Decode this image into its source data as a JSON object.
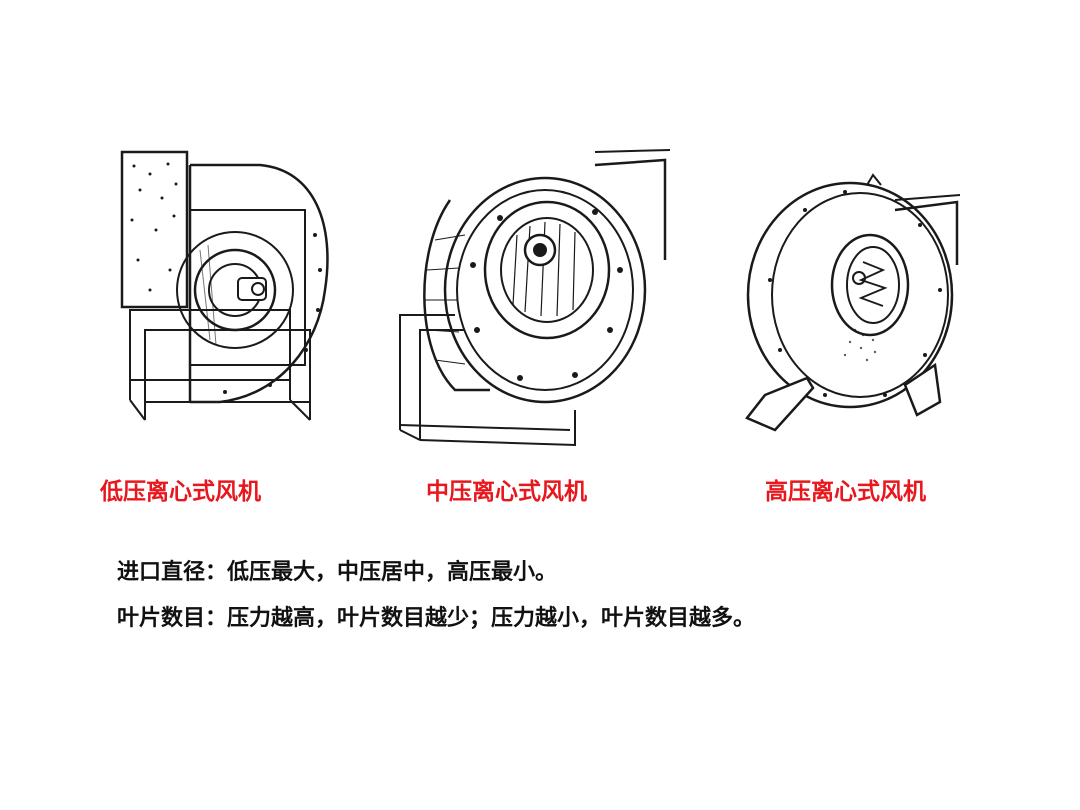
{
  "colors": {
    "caption": "#e8171d",
    "text": "#111111",
    "line": "#1a1a1a"
  },
  "fans": [
    {
      "caption": "低压离心式风机",
      "icon": "low-pressure-centrifugal-fan-icon"
    },
    {
      "caption": "中压离心式风机",
      "icon": "medium-pressure-centrifugal-fan-icon"
    },
    {
      "caption": "高压离心式风机",
      "icon": "high-pressure-centrifugal-fan-icon"
    }
  ],
  "notes": {
    "inlet_diameter": "进口直径：低压最大，中压居中，高压最小。",
    "blade_count": "叶片数目：压力越高，叶片数目越少；压力越小，叶片数目越多。"
  }
}
